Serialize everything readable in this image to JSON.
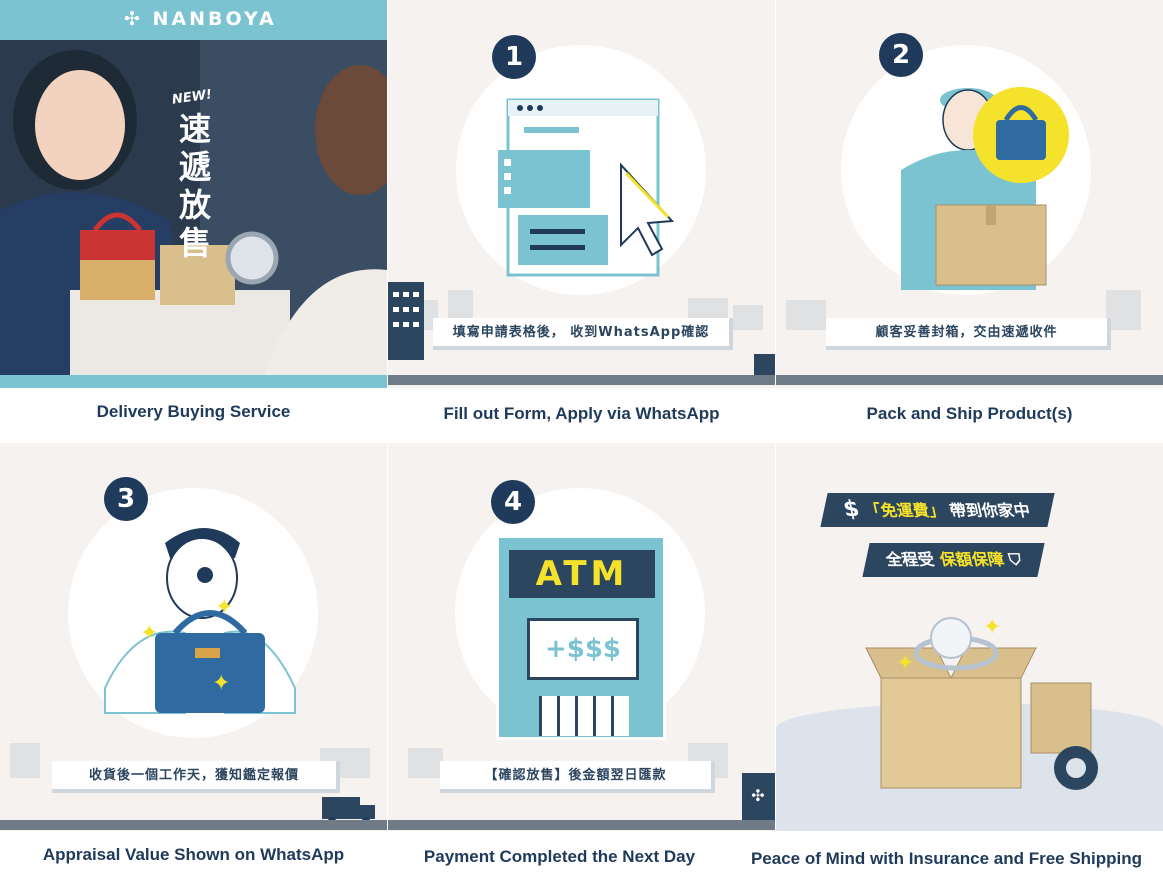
{
  "brand": {
    "name": "NANBOYA"
  },
  "hero": {
    "new_tag": "NEW!",
    "title_chars": [
      "速",
      "遞",
      "放",
      "售"
    ]
  },
  "steps": [
    {
      "caption": "Delivery Buying Service"
    },
    {
      "number": "1",
      "banner": "填寫申請表格後， 收到WhatsApp確認",
      "caption": "Fill out Form, Apply via WhatsApp"
    },
    {
      "number": "2",
      "banner": "顧客妥善封箱，交由速遞收件",
      "caption": "Pack and Ship Product(s)"
    },
    {
      "number": "3",
      "banner": "收貨後一個工作天，獲知鑑定報價",
      "caption": "Appraisal Value Shown on WhatsApp"
    },
    {
      "number": "4",
      "banner": "【確認放售】後金額翌日匯款",
      "caption": "Payment Completed the Next Day"
    },
    {
      "caption": "Peace of Mind with Insurance and Free Shipping"
    }
  ],
  "atm": {
    "label": "ATM",
    "screen": "+$$$"
  },
  "perks": {
    "line1_prefix": "$",
    "line1_highlight": "「免運費」",
    "line1_suffix": "帶到你家中",
    "line2_prefix": "全程受",
    "line2_highlight": "保額保障"
  },
  "colors": {
    "navy": "#1f3a5a",
    "teal": "#7cc3d1",
    "yellow": "#f5e22a",
    "cream": "#f5f2ef"
  }
}
